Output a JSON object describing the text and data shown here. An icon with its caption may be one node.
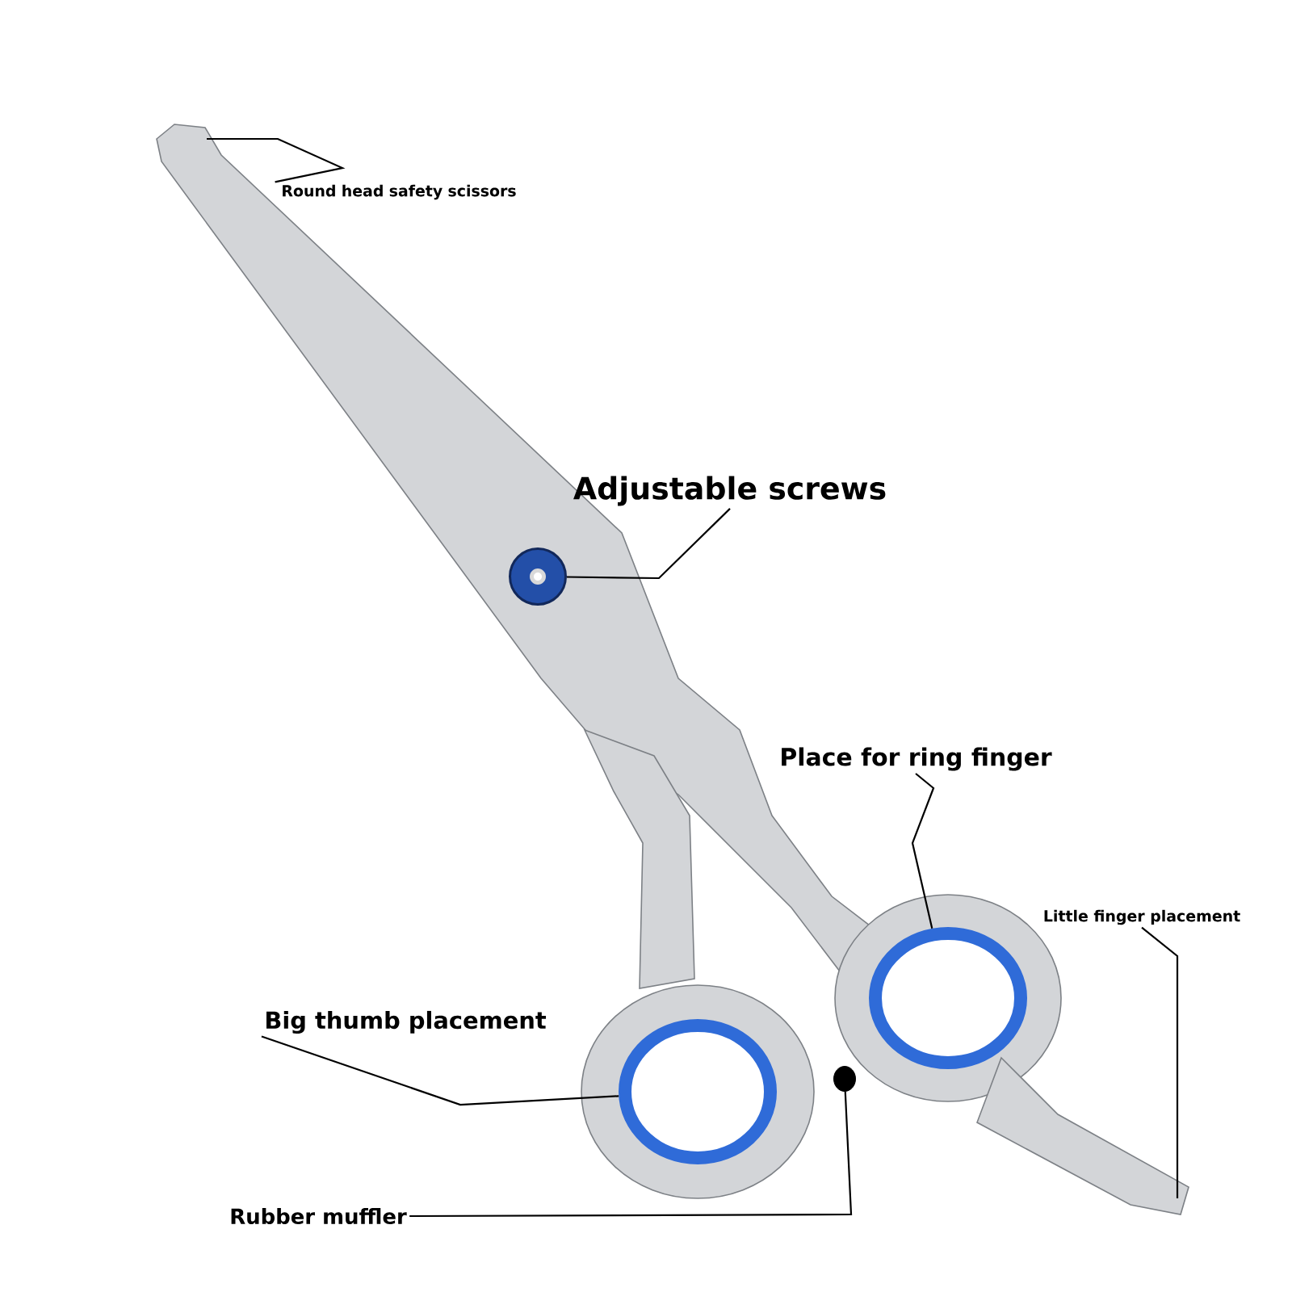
{
  "diagram": {
    "nodes": [
      {
        "text": [
          "Round head safety scissors"
        ]
      },
      {
        "text": [
          "Adjustable screws"
        ]
      },
      {
        "text": [
          "Place for ring finger"
        ]
      },
      {
        "text": [
          "Little finger placement"
        ]
      },
      {
        "text": [
          "Big thumb placement"
        ]
      },
      {
        "text": [
          "Rubber muffler"
        ]
      },
      {
        "text": [],
        "shape": "circle"
      },
      {
        "text": [],
        "shape": "circle"
      },
      {
        "text": [],
        "shape": "circle"
      },
      {
        "text": [],
        "shape": "circle"
      }
    ],
    "edges": [
      {
        "from": 0,
        "to": null,
        "arrow": "none"
      },
      {
        "from": 1,
        "to": 6,
        "arrow": "none"
      },
      {
        "from": 2,
        "to": 7,
        "arrow": "none"
      },
      {
        "from": 3,
        "to": null,
        "arrow": "none"
      },
      {
        "from": 4,
        "to": 8,
        "arrow": "none"
      },
      {
        "from": 5,
        "to": 9,
        "arrow": "none"
      }
    ]
  }
}
